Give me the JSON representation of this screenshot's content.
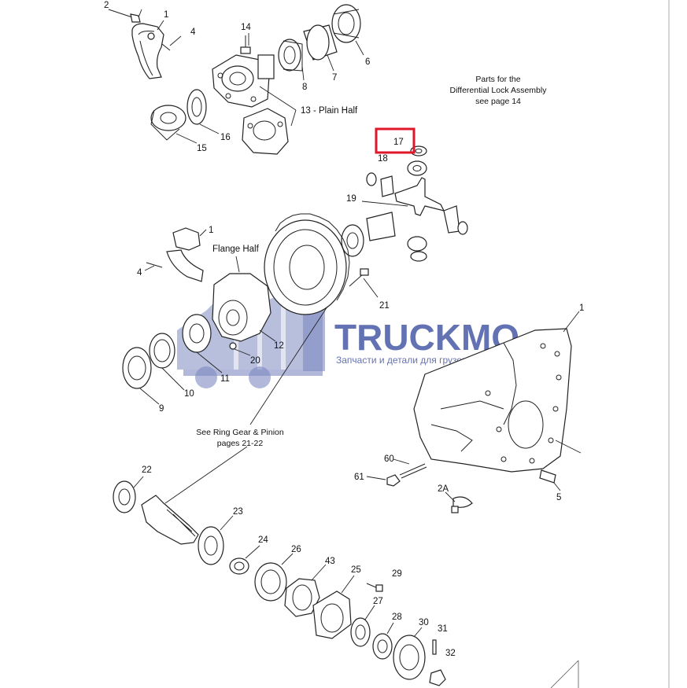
{
  "diagram": {
    "callouts": {
      "c1a": "1",
      "c2": "2",
      "c4a": "4",
      "c14": "14",
      "c6": "6",
      "c7": "7",
      "c8": "8",
      "c13": "13 - Plain Half",
      "c16": "16",
      "c15": "15",
      "c17": "17",
      "c18": "18",
      "c19": "19",
      "c1b": "1",
      "c4b": "4",
      "flange": "Flange Half",
      "c21": "21",
      "c12": "12",
      "c20": "20",
      "c11": "11",
      "c10": "10",
      "c9": "9",
      "c1c": "1",
      "c60": "60",
      "c61": "61",
      "c2a": "2A",
      "c5": "5",
      "c22": "22",
      "c23": "23",
      "c24": "24",
      "c26": "26",
      "c43": "43",
      "c25": "25",
      "c29": "29",
      "c27": "27",
      "c28": "28",
      "c30": "30",
      "c31": "31",
      "c32": "32"
    },
    "notes": {
      "diff_lock_1": "Parts for the",
      "diff_lock_2": "Differential Lock Assembly",
      "diff_lock_3": "see page 14",
      "ring_gear_1": "See Ring Gear & Pinion",
      "ring_gear_2": "pages 21-22"
    },
    "watermark": {
      "brand": "TRUCKMO",
      "tagline": "Запчасти и детали для грузовиков"
    },
    "highlight_color": "#e0162b",
    "watermark_color": "#3d4fa0"
  }
}
